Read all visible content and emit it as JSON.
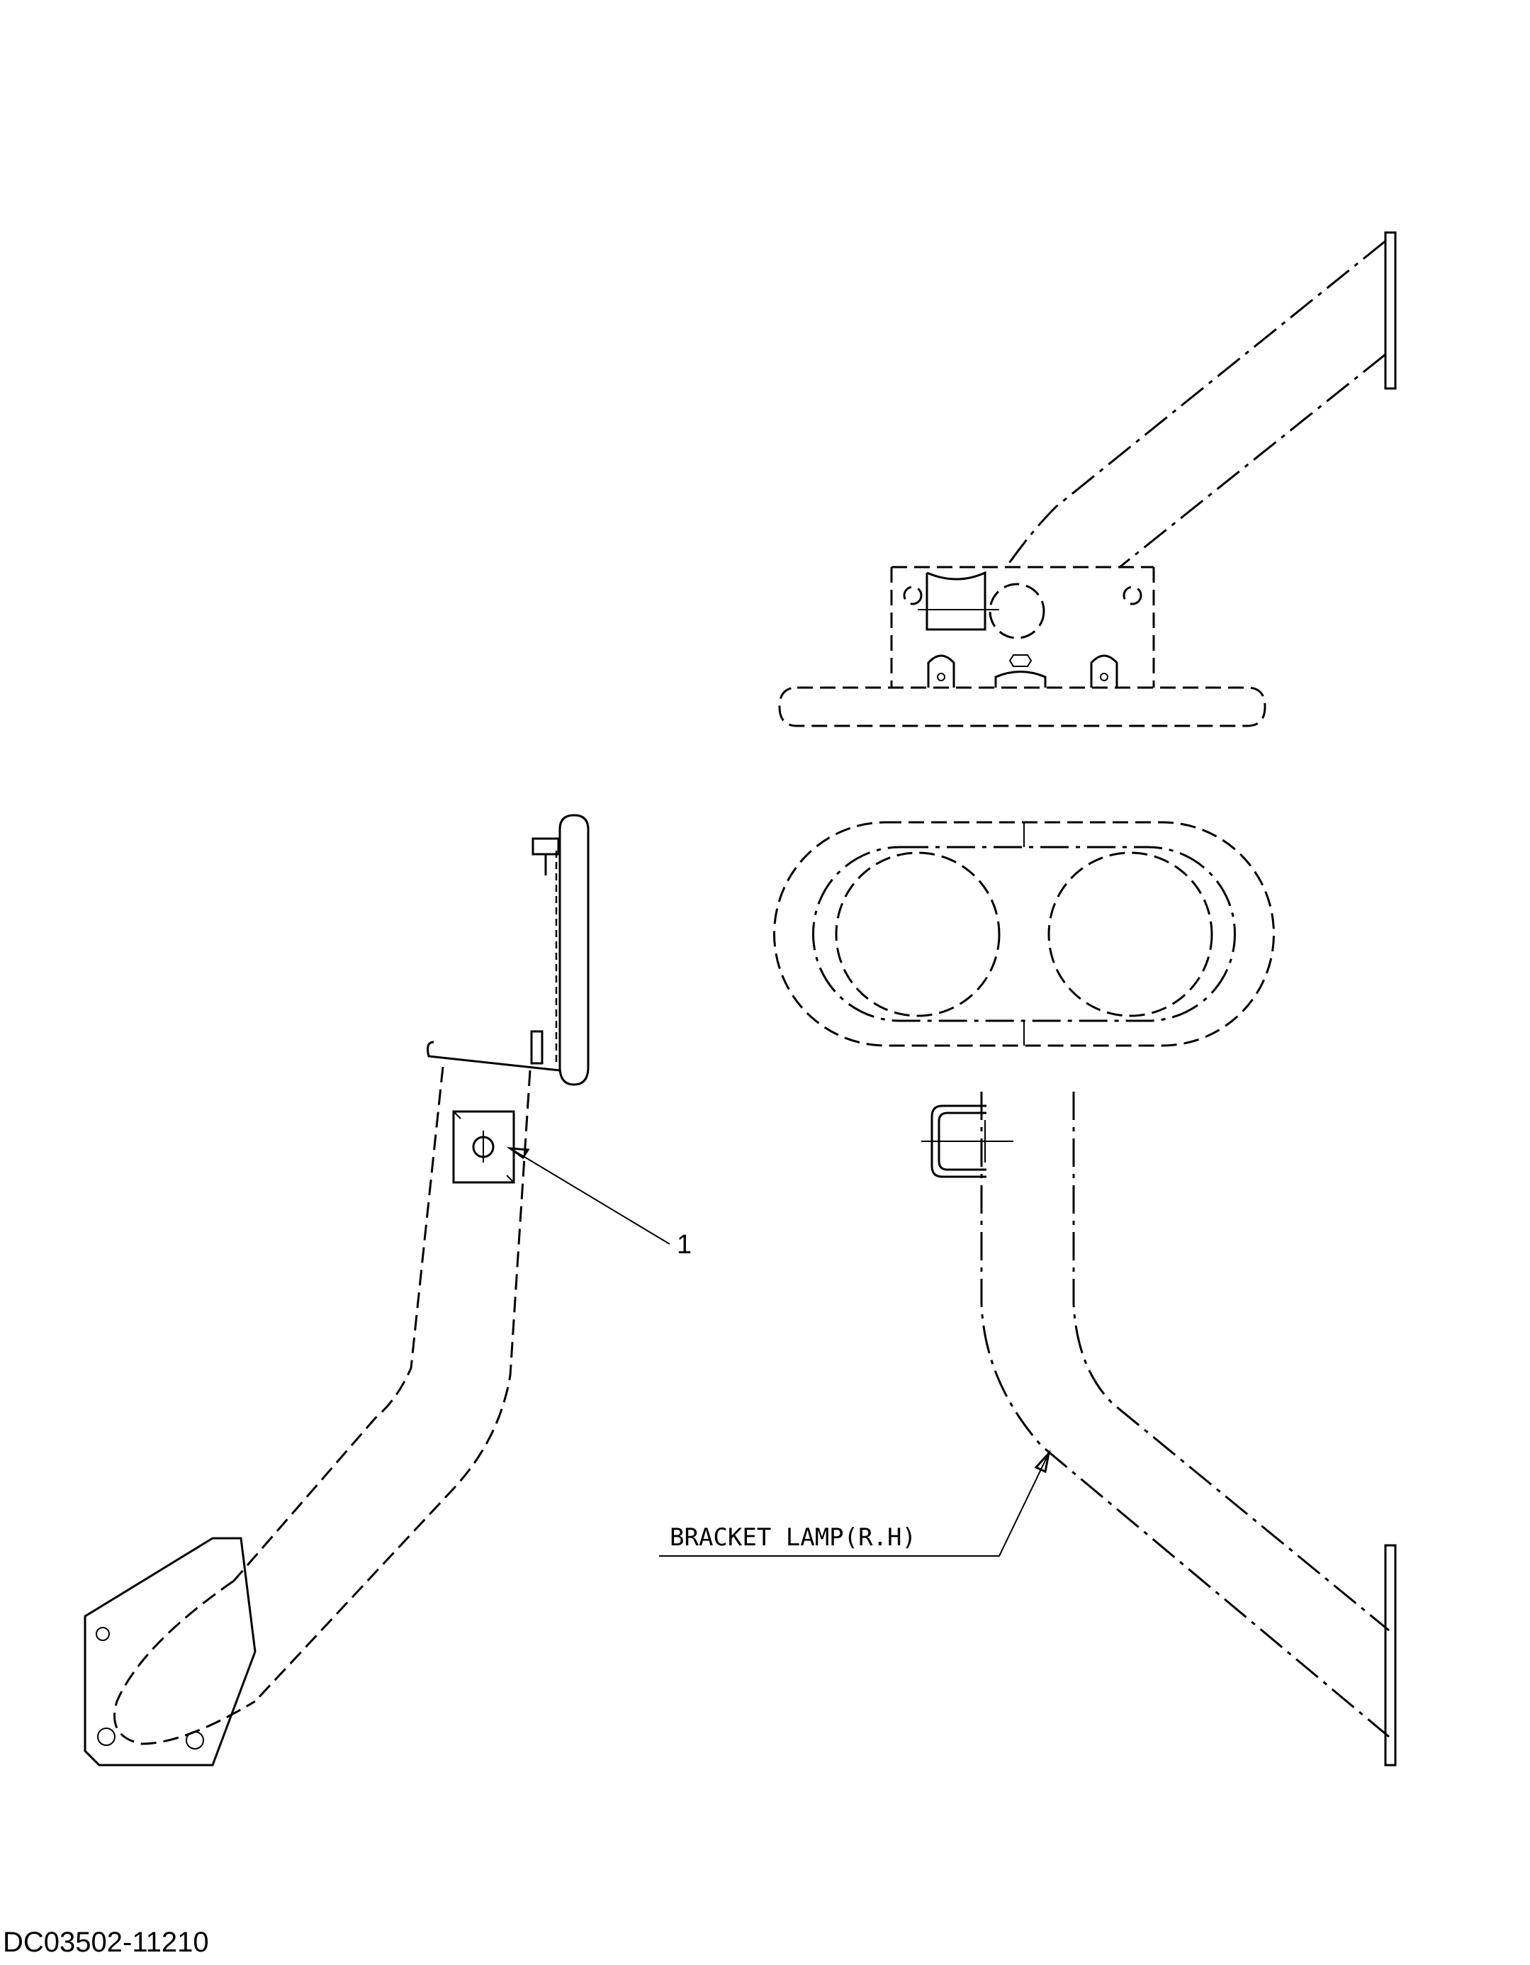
{
  "callouts": {
    "item_number": "1",
    "bracket_label": "BRACKET LAMP(R.H)"
  },
  "footer": {
    "document_id": "DC03502-11210"
  }
}
